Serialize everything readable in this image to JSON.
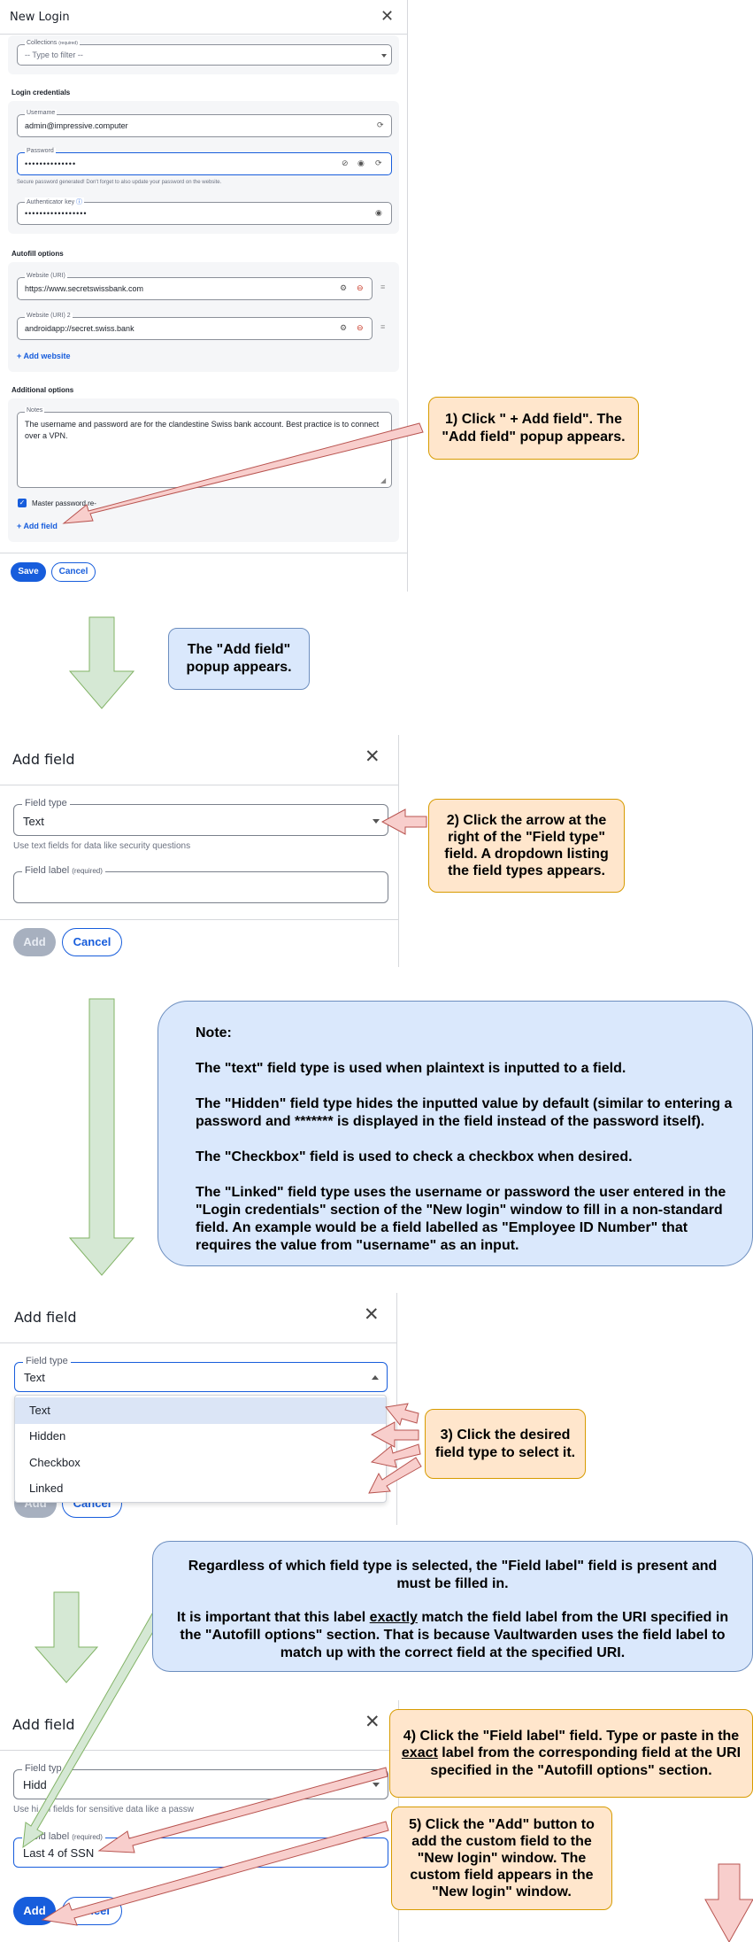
{
  "panel1": {
    "title": "New Login",
    "collections": {
      "label": "Collections",
      "required": "(required)",
      "placeholder": "-- Type to filter --"
    },
    "login_credentials": {
      "heading": "Login credentials",
      "username": {
        "label": "Username",
        "value": "admin@impressive.computer"
      },
      "password": {
        "label": "Password",
        "value": "••••••••••••••",
        "hint": "Secure password generated! Don't forget to also update your password on the website."
      },
      "totp": {
        "label": "Authenticator key",
        "value": "•••••••••••••••••"
      }
    },
    "autofill": {
      "heading": "Autofill options",
      "uri1": {
        "label": "Website (URI)",
        "value": "https://www.secretswissbank.com"
      },
      "uri2": {
        "label": "Website (URI) 2",
        "value": "androidapp://secret.swiss.bank"
      },
      "add_website": "Add website"
    },
    "additional": {
      "heading": "Additional options",
      "notes_label": "Notes",
      "notes_value": "The username and password are for the clandestine Swiss bank account.  Best practice is to connect over a VPN.",
      "master_reprompt": "Master password re-",
      "add_field": "Add field"
    },
    "save": "Save",
    "cancel": "Cancel"
  },
  "panel2": {
    "title": "Add field",
    "field_type_label": "Field type",
    "field_type_value": "Text",
    "field_type_hint": "Use text fields for data like security questions",
    "field_label_label": "Field label",
    "required": "(required)",
    "add": "Add",
    "cancel": "Cancel"
  },
  "panel3": {
    "title": "Add field",
    "field_type_label": "Field type",
    "field_type_value": "Text",
    "options": [
      "Text",
      "Hidden",
      "Checkbox",
      "Linked"
    ],
    "add": "Add",
    "cancel": "Cancel"
  },
  "panel4": {
    "title": "Add field",
    "field_type_label": "Field typ",
    "field_type_value": "Hidd",
    "field_type_hint": "Use hi    en fields for sensitive data like a passw",
    "field_label_label": "Field label",
    "required": "(required)",
    "field_label_value": "Last 4 of SSN",
    "add": "Add",
    "cancel": "ncel"
  },
  "callouts": {
    "c1": "1) Click \" + Add field\".  The \"Add field\" popup appears.",
    "c1b": "The \"Add field\" popup appears.",
    "c2": "2) Click the arrow at the right of the \"Field type\" field.  A dropdown listing the field types appears.",
    "c3": "3) Click the desired field type to select it.",
    "c4a": "4) Click the \"Field label\" field.  Type or paste in the",
    "c4b": "exact",
    "c4c": " label from the corresponding field at the URI specified in the \"Autofill options\" section.",
    "c5": "5) Click the \"Add\" button to add the custom field to the \"New login\" window.  The custom field appears in the \"New login\" window."
  },
  "note": {
    "heading": "Note:",
    "p1": "The \"text\" field type is used when plaintext is inputted to a field.",
    "p2": "The \"Hidden\" field type hides the inputted value by default (similar to entering a password and ******* is displayed in the field instead of the password itself).",
    "p3": "The \"Checkbox\" field is used to check a checkbox when desired.",
    "p4": "The \"Linked\" field type uses the username or password the user entered in the \"Login credentials\" section of the \"New login\" window to fill in a non-standard field.  An example would be a field labelled as \"Employee ID Number\" that requires the value from \"username\" as an input."
  },
  "label_note": {
    "p1": "Regardless of which field type is selected, the \"Field label\" field is present and must be filled in.",
    "p2a": "It is important that this label ",
    "p2b": "exactly",
    "p2c": " match the field label from the URI specified in the \"Autofill options\" section.  That is because Vaultwarden uses the field label to match up with the correct field at the specified URI."
  },
  "colors": {
    "accent": "#175ddc",
    "orange_fill": "#ffe6cc",
    "orange_stroke": "#d79b00",
    "blue_fill": "#dae8fc",
    "blue_stroke": "#6c8ebf",
    "green_arrow": "#d5e8d4",
    "red_arrow": "#f8cecc"
  }
}
